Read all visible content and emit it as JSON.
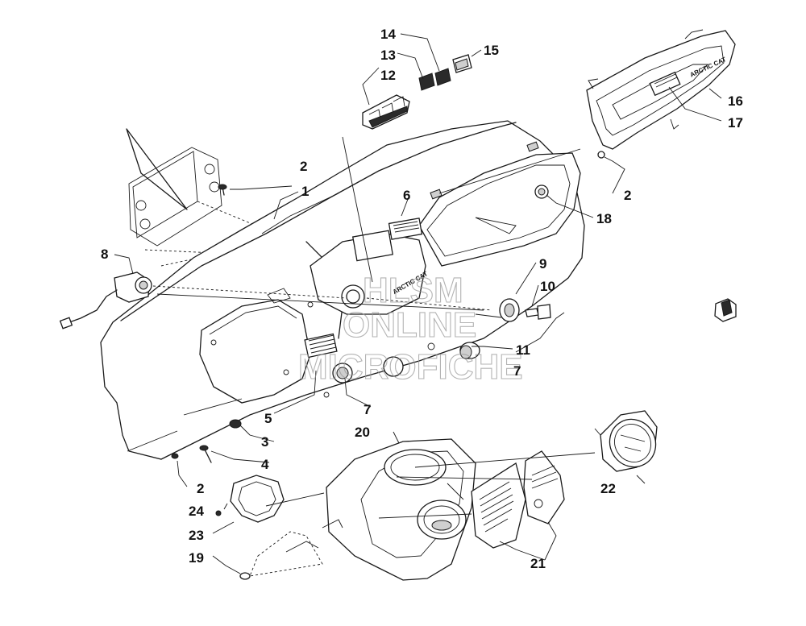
{
  "watermark": {
    "line1": "HLSM",
    "line2": "ONLINE",
    "line3": "MICROFICHE"
  },
  "brand_marks": {
    "dash": "ARCTIC CAT",
    "shroud": "ARCTIC CAT"
  },
  "callouts": [
    {
      "id": "c1",
      "label": "1"
    },
    {
      "id": "c2a",
      "label": "2"
    },
    {
      "id": "c2b",
      "label": "2"
    },
    {
      "id": "c2c",
      "label": "2"
    },
    {
      "id": "c3",
      "label": "3"
    },
    {
      "id": "c4",
      "label": "4"
    },
    {
      "id": "c5",
      "label": "5"
    },
    {
      "id": "c6",
      "label": "6"
    },
    {
      "id": "c7a",
      "label": "7"
    },
    {
      "id": "c7b",
      "label": "7"
    },
    {
      "id": "c8",
      "label": "8"
    },
    {
      "id": "c9",
      "label": "9"
    },
    {
      "id": "c10",
      "label": "10"
    },
    {
      "id": "c11",
      "label": "11"
    },
    {
      "id": "c12",
      "label": "12"
    },
    {
      "id": "c13",
      "label": "13"
    },
    {
      "id": "c14",
      "label": "14"
    },
    {
      "id": "c15",
      "label": "15"
    },
    {
      "id": "c16",
      "label": "16"
    },
    {
      "id": "c17",
      "label": "17"
    },
    {
      "id": "c18",
      "label": "18"
    },
    {
      "id": "c19",
      "label": "19"
    },
    {
      "id": "c20",
      "label": "20"
    },
    {
      "id": "c21",
      "label": "21"
    },
    {
      "id": "c22",
      "label": "22"
    },
    {
      "id": "c23",
      "label": "23"
    },
    {
      "id": "c24",
      "label": "24"
    }
  ]
}
